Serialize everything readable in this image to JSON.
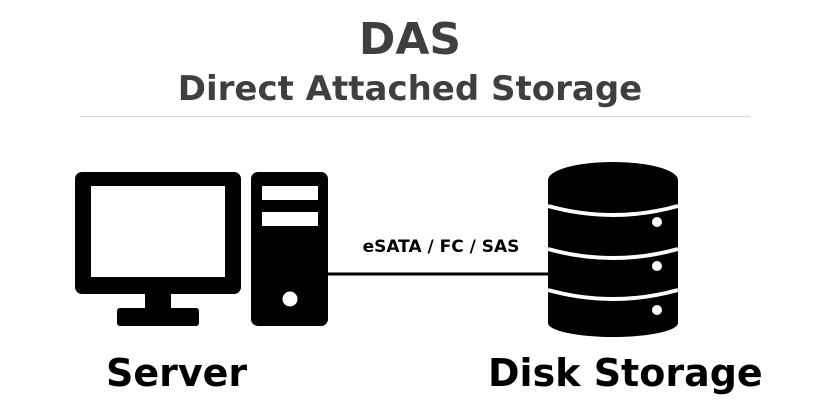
{
  "header": {
    "title": "DAS",
    "subtitle": "Direct Attached Storage"
  },
  "connection": {
    "label": "eSATA / FC / SAS"
  },
  "nodes": {
    "server": {
      "label": "Server",
      "icons": [
        "monitor-icon",
        "tower-icon"
      ]
    },
    "storage": {
      "label": "Disk Storage",
      "icons": [
        "database-icon"
      ]
    }
  },
  "colors": {
    "heading": "#3f3f3f",
    "icon": "#000000",
    "divider": "#d6d6d6"
  }
}
